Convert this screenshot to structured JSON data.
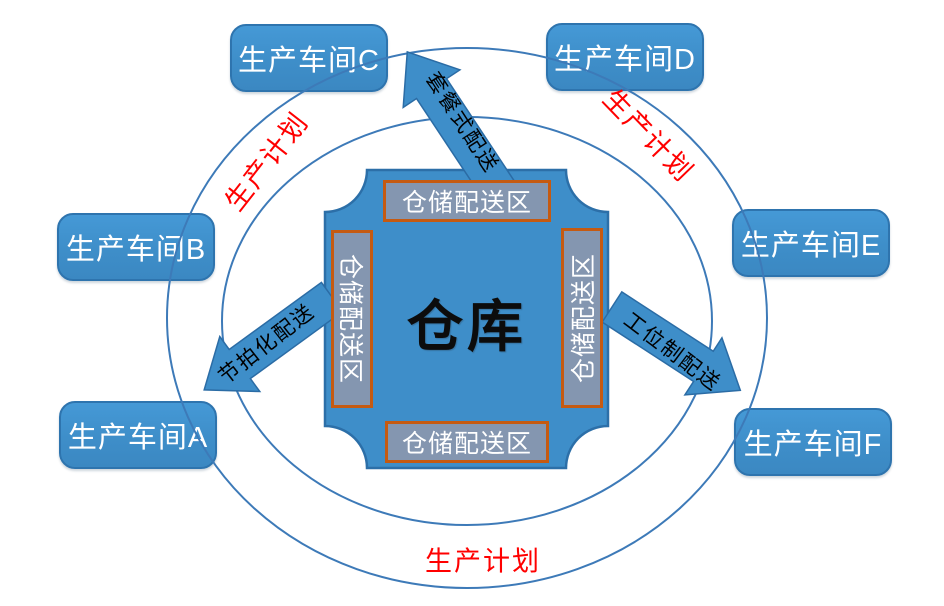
{
  "center": {
    "warehouse_label": "仓库"
  },
  "zones": {
    "top": "仓储配送区",
    "right": "仓储配送区",
    "bottom": "仓储配送区",
    "left": "仓储配送区"
  },
  "workshops": {
    "a": "生产车间A",
    "b": "生产车间B",
    "c": "生产车间C",
    "d": "生产车间D",
    "e": "生产车间E",
    "f": "生产车间F"
  },
  "arrows": {
    "set_meal": "套餐式配送",
    "takt": "节拍化配送",
    "workstation": "工位制配送"
  },
  "plan_labels": {
    "top_left": "生产计划",
    "top_right": "生产计划",
    "bottom": "生产计划"
  },
  "colors": {
    "primary_blue": "#3E8EC9",
    "box_border_blue": "#2E74AE",
    "zone_gray": "#8496B0",
    "zone_border_orange": "#C55A11",
    "orbit_stroke": "#3D7AB8",
    "plan_red": "#FF0000",
    "warehouse_text": "#0C0C0C",
    "box_text": "#FFFFFF"
  }
}
